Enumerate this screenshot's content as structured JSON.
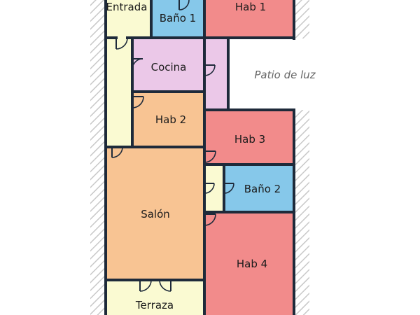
{
  "plan": {
    "colors": {
      "entrada": "#fafad2",
      "bano": "#86c8ea",
      "hab": "#f28b8b",
      "cocina": "#ebc8e8",
      "hab2": "#f8c493",
      "salon": "#f8c493",
      "hallway": "#fafad2",
      "terraza": "#fafad2",
      "wall": "#1e2a3a",
      "hatch": "#c8c8c8"
    },
    "rooms": {
      "entrada": "Entrada",
      "bano1": "Baño 1",
      "hab1": "Hab 1",
      "cocina": "Cocina",
      "patio": "Patio de luz",
      "hab2": "Hab 2",
      "hab3": "Hab 3",
      "bano2": "Baño 2",
      "salon": "Salón",
      "hab4": "Hab 4",
      "terraza": "Terraza"
    }
  }
}
